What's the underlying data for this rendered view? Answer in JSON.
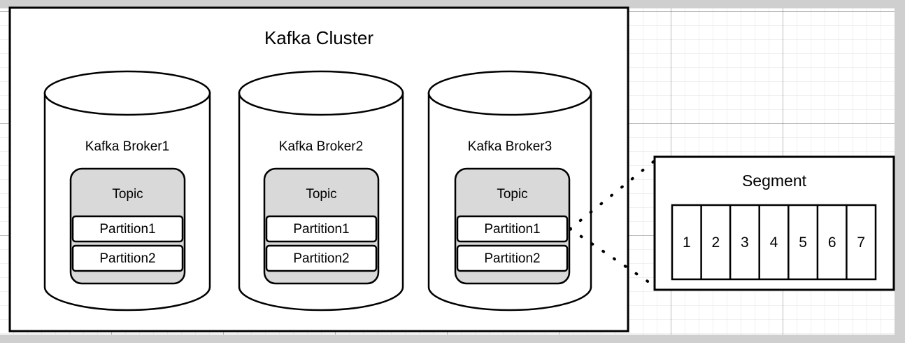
{
  "diagram": {
    "type": "kafka-architecture",
    "cluster": {
      "title": "Kafka Cluster",
      "brokers": [
        {
          "name": "Kafka Broker1",
          "topic_label": "Topic",
          "partitions": [
            "Partition1",
            "Partition2"
          ]
        },
        {
          "name": "Kafka Broker2",
          "topic_label": "Topic",
          "partitions": [
            "Partition1",
            "Partition2"
          ]
        },
        {
          "name": "Kafka Broker3",
          "topic_label": "Topic",
          "partitions": [
            "Partition1",
            "Partition2"
          ]
        }
      ]
    },
    "segment": {
      "title": "Segment",
      "cells": [
        "1",
        "2",
        "3",
        "4",
        "5",
        "6",
        "7"
      ]
    },
    "connector": {
      "style": "dotted",
      "from": "broker3-partition1",
      "to": "segment-box"
    },
    "colors": {
      "stroke": "#000000",
      "topic_fill": "#d9d9d9",
      "partition_fill": "#ffffff",
      "canvas_fill": "#ffffff",
      "page_margin": "#cfcfcf",
      "grid_minor": "#f0f0f0",
      "grid_major": "#c8c8c8"
    }
  }
}
